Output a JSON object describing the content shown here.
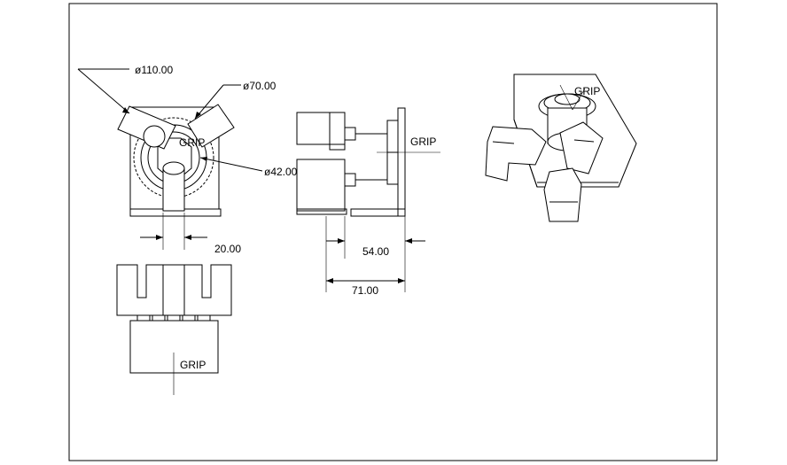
{
  "dimensions": {
    "dia_110": "ø110.00",
    "dia_70": "ø70.00",
    "dia_42": "ø42.00",
    "width_20": "20.00",
    "length_54": "54.00",
    "length_71": "71.00"
  },
  "labels": {
    "grip_front": "GRIP",
    "grip_side": "GRIP",
    "grip_bottom": "GRIP",
    "grip_iso": "GRIP"
  }
}
